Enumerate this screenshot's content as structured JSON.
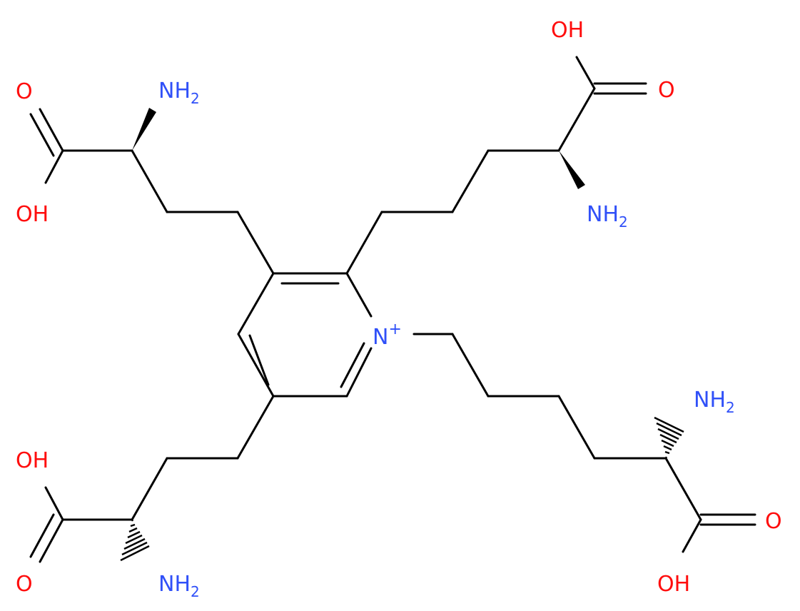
{
  "colors": {
    "bond": "#000000",
    "oxygen": "#ff0d0d",
    "nitrogen": "#3050f8",
    "background": "#ffffff"
  },
  "labels": {
    "oh_top_right": "OH",
    "o_top_right": "O",
    "o_top_left": "O",
    "nh2_top_left": "NH",
    "nh2_top_left_sub": "2",
    "oh_left_top": "OH",
    "nh2_right_top": "NH",
    "nh2_right_top_sub": "2",
    "n_ring": "N",
    "n_ring_charge": "+",
    "nh2_right_bottom": "NH",
    "nh2_right_bottom_sub": "2",
    "oh_left_bottom": "OH",
    "o_right_bottom": "O",
    "o_left_bottom": "O",
    "nh2_bottom_left": "NH",
    "nh2_bottom_left_sub": "2",
    "oh_bottom_right": "OH"
  }
}
